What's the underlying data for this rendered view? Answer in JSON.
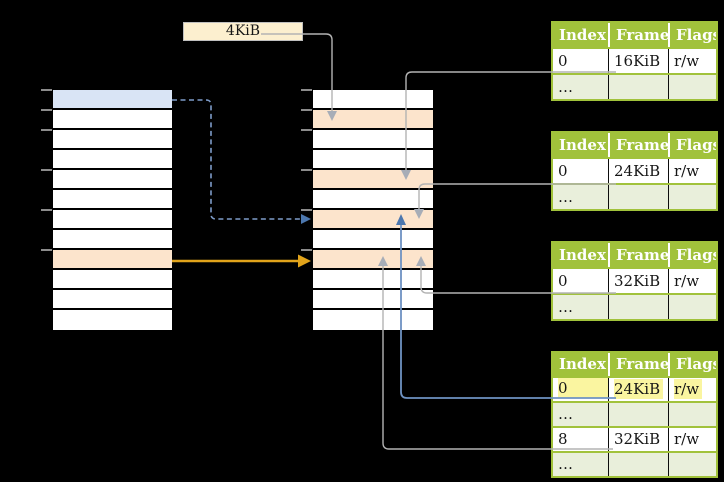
{
  "colors": {
    "background": "#000000",
    "table_header_green": "#A1C23B",
    "table_row_light_green": "#E9EFDB",
    "row_highlight_blue": "#D9E4F5",
    "row_highlight_orange": "#FCE4CC",
    "label_box_cream": "#FCEFCF",
    "highlight_yellow": "#FAF5A0",
    "connector_gray": "#B3B3B3",
    "gray_arrow": "#A7ADB7",
    "connector_blue": "#6E92C2",
    "connector_blue_dashed": "#7E9CC9",
    "blue_arrow": "#4C77AE",
    "connector_orange": "#E2A41B",
    "tick_gray": "#8C8C8C"
  },
  "page_size_label": "4KiB",
  "left_memory_column": {
    "row_name": "virtual-page-row",
    "fills": [
      "blue",
      "",
      "",
      "",
      "",
      "",
      "",
      "",
      "orange",
      "",
      "",
      ""
    ]
  },
  "right_memory_column": {
    "row_name": "physical-frame-row",
    "fills": [
      "",
      "orange",
      "",
      "",
      "orange",
      "",
      "orange",
      "",
      "orange",
      "",
      "",
      ""
    ]
  },
  "tables": [
    {
      "headers": [
        "Index",
        "Frame",
        "Flags"
      ],
      "rows": [
        {
          "index": "0",
          "frame": "16KiB",
          "flags": "r/w"
        },
        {
          "index": "…",
          "frame": "",
          "flags": ""
        }
      ]
    },
    {
      "headers": [
        "Index",
        "Frame",
        "Flags"
      ],
      "rows": [
        {
          "index": "0",
          "frame": "24KiB",
          "flags": "r/w"
        },
        {
          "index": "…",
          "frame": "",
          "flags": ""
        }
      ]
    },
    {
      "headers": [
        "Index",
        "Frame",
        "Flags"
      ],
      "rows": [
        {
          "index": "0",
          "frame": "32KiB",
          "flags": "r/w"
        },
        {
          "index": "…",
          "frame": "",
          "flags": ""
        }
      ]
    },
    {
      "headers": [
        "Index",
        "Frame",
        "Flags"
      ],
      "rows": [
        {
          "index": "0",
          "frame": "24KiB",
          "flags": "r/w",
          "highlighted": true
        },
        {
          "index": "…",
          "frame": "",
          "flags": ""
        },
        {
          "index": "8",
          "frame": "32KiB",
          "flags": "r/w"
        },
        {
          "index": "…",
          "frame": "",
          "flags": ""
        }
      ]
    }
  ]
}
